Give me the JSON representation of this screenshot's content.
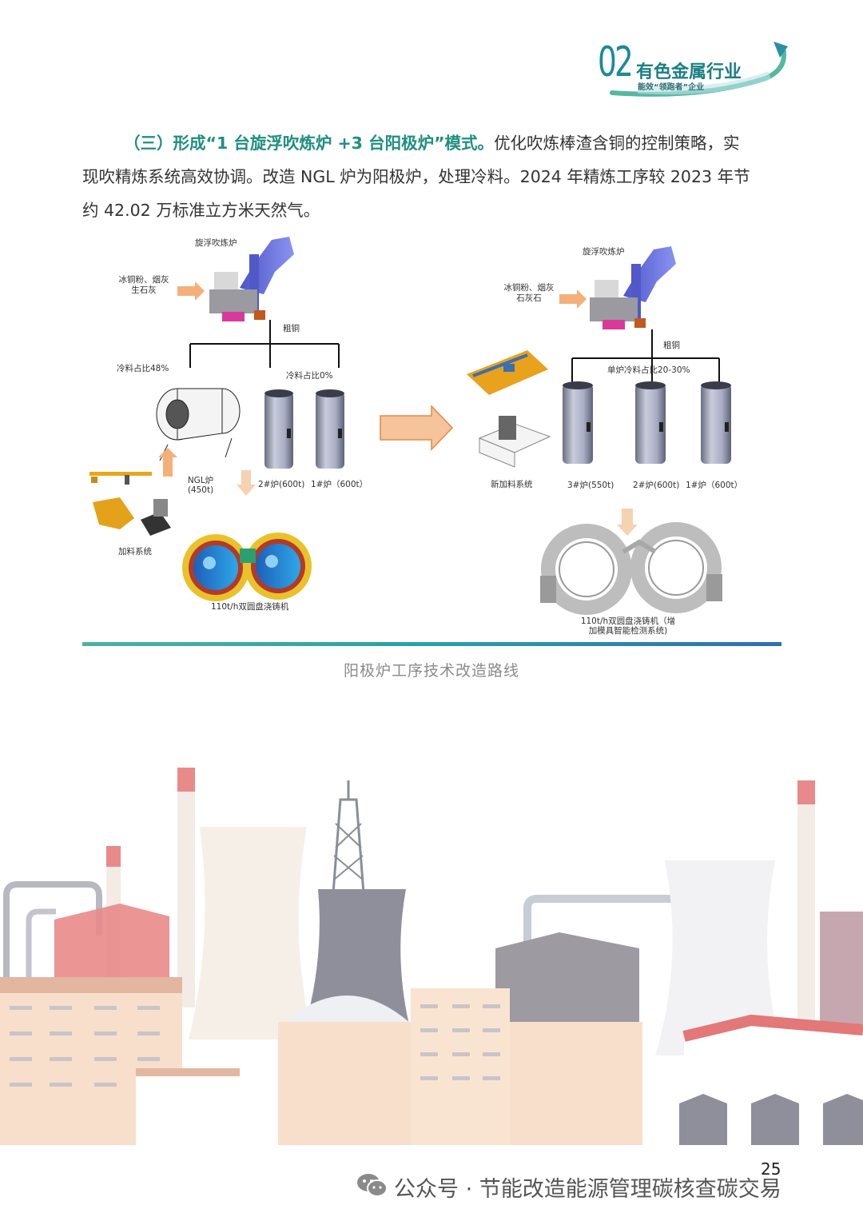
{
  "header": {
    "chapter_number": "02",
    "chapter_title": "有色金属行业",
    "chapter_subtitle": "能效“领跑者”企业"
  },
  "paragraph": {
    "heading": "（三）形成“1 台旋浮吹炼炉 +3 台阳极炉”模式。",
    "line1_rest": "优化吹炼棒渣含铜的控制策略，实",
    "line2": "现吹精炼系统高效协调。改造 NGL 炉为阳极炉，处理冷料。2024 年精炼工序较 2023 年节",
    "line3": "约 42.02 万标准立方米天然气。"
  },
  "diagram": {
    "left": {
      "converter": "旋浮吹炼炉",
      "feed_line1": "冰铜粉、烟灰",
      "feed_line2": "生石灰",
      "blister": "粗铜",
      "cold_48": "冷料占比48%",
      "cold_0": "冷料占比0%",
      "ngl_line1": "NGL炉",
      "ngl_line2": "(450t)",
      "furnace2": "2#炉(600t)",
      "furnace1": "1#炉（600t）",
      "charging": "加料系统",
      "caster": "110t/h双圆盘浇铸机"
    },
    "right": {
      "converter": "旋浮吹炼炉",
      "feed_line1": "冰铜粉、烟灰",
      "feed_line2": "石灰石",
      "blister": "粗铜",
      "cold_ratio": "单炉冷料占比20-30%",
      "charging": "新加料系统",
      "furnace3": "3#炉(550t)",
      "furnace2": "2#炉(600t)",
      "furnace1": "1#炉（600t）",
      "caster_line1": "110t/h双圆盘浇铸机（增",
      "caster_line2": "加模具智能检测系统)"
    }
  },
  "caption": "阳极炉工序技术改造路线",
  "page_number": "25",
  "watermark": "公众号 · 节能改造能源管理碳核查碳交易",
  "colors": {
    "accent": "#1f8f80",
    "divider_start": "#4cb2a2",
    "divider_end": "#2f6fb0",
    "arrow_orange": "#f5b07a"
  }
}
